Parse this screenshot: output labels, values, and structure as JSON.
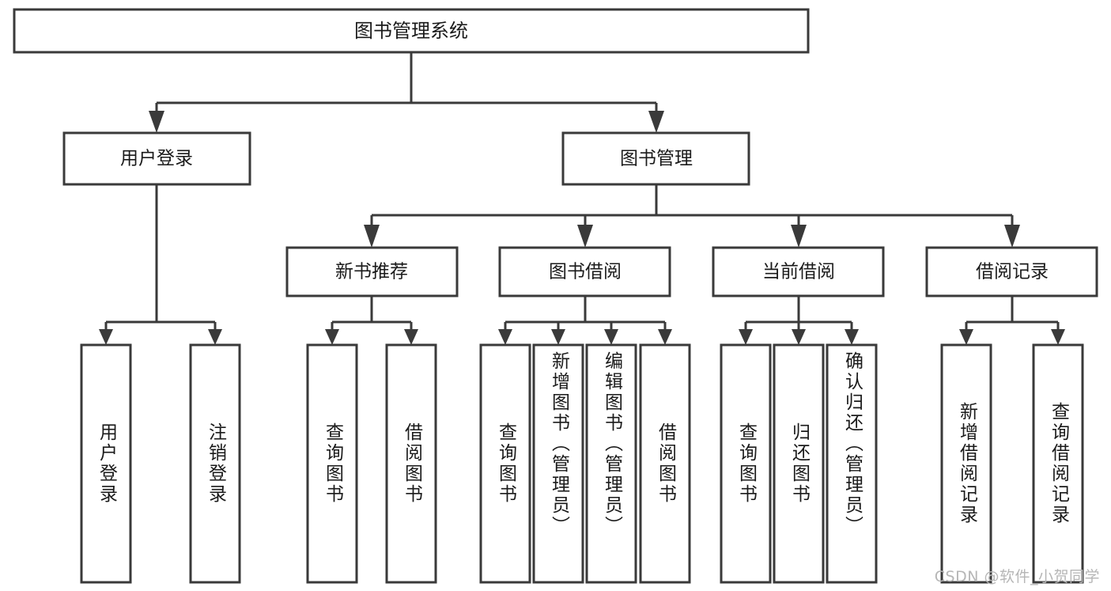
{
  "diagram": {
    "title": "图书管理系统",
    "type": "tree-hierarchy",
    "orientation": "top-down",
    "colors": {
      "box_stroke": "#3a3a3a",
      "box_fill": "#ffffff",
      "connector": "#3a3a3a",
      "text": "#1a1a1a",
      "background": "#ffffff",
      "watermark": "#b6b6b6"
    }
  },
  "root": {
    "label": "图书管理系统"
  },
  "level2": [
    {
      "label": "用户登录"
    },
    {
      "label": "图书管理"
    }
  ],
  "level3": [
    {
      "label": "新书推荐"
    },
    {
      "label": "图书借阅"
    },
    {
      "label": "当前借阅"
    },
    {
      "label": "借阅记录"
    }
  ],
  "leaves": {
    "user_login": [
      {
        "label": "用户登录"
      },
      {
        "label": "注销登录"
      }
    ],
    "new_book_recommend": [
      {
        "label": "查询图书"
      },
      {
        "label": "借阅图书"
      }
    ],
    "book_borrow": [
      {
        "label": "查询图书"
      },
      {
        "label": "新增图书（管理员）"
      },
      {
        "label": "编辑图书（管理员）"
      },
      {
        "label": "借阅图书"
      }
    ],
    "current_borrow": [
      {
        "label": "查询图书"
      },
      {
        "label": "归还图书"
      },
      {
        "label": "确认归还（管理员）"
      }
    ],
    "borrow_record": [
      {
        "label": "新增借阅记录"
      },
      {
        "label": "查询借阅记录"
      }
    ]
  },
  "watermark": {
    "text": "CSDN @软件_小贺同学"
  }
}
